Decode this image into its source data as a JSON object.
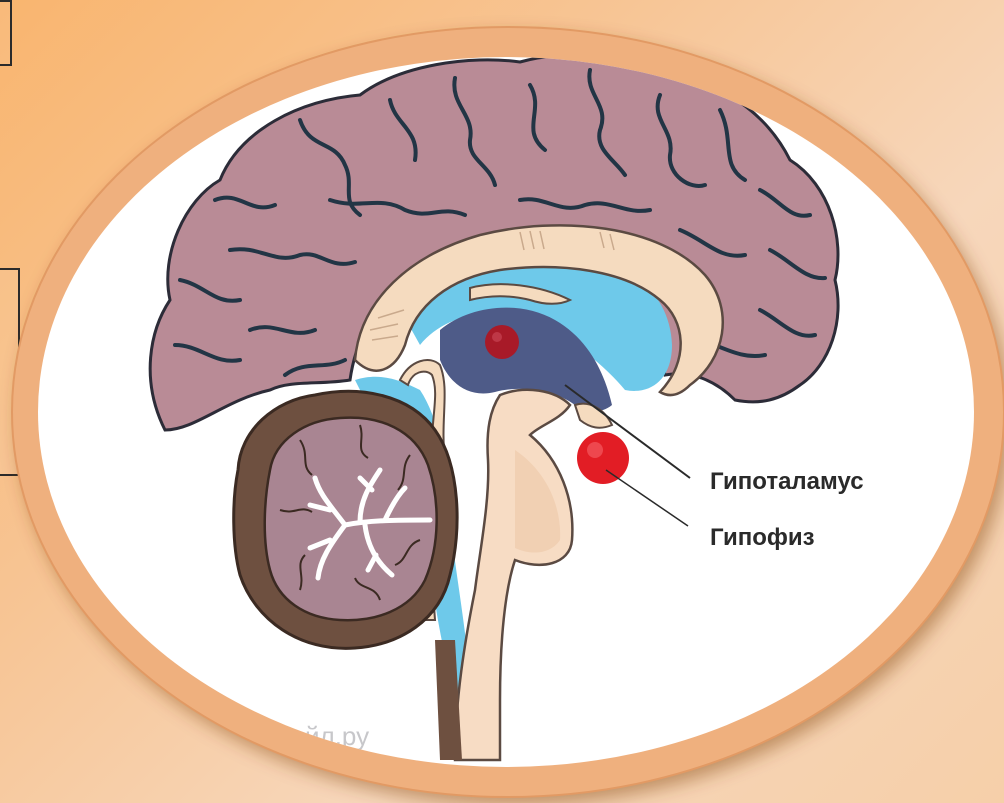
{
  "diagram": {
    "labels": {
      "hypothalamus": "Гипоталамус",
      "pituitary": "Гипофиз"
    },
    "watermark": "йл.ру"
  },
  "colors": {
    "background_from": "#f9b56f",
    "background_to": "#f7d7bb",
    "oval_frame": "#efb07e",
    "oval_inner": "#ffffff",
    "cerebrum": "#b98b96",
    "cerebellum": "#a98592",
    "brainstem": "#f7dcc4",
    "ventricle": "#6ec9ea",
    "third_ventricle": "#4e5b88",
    "gland": "#e21d25",
    "pineal": "#a81a28",
    "sulci": "#223545",
    "outer_layer": "#6e5040"
  }
}
